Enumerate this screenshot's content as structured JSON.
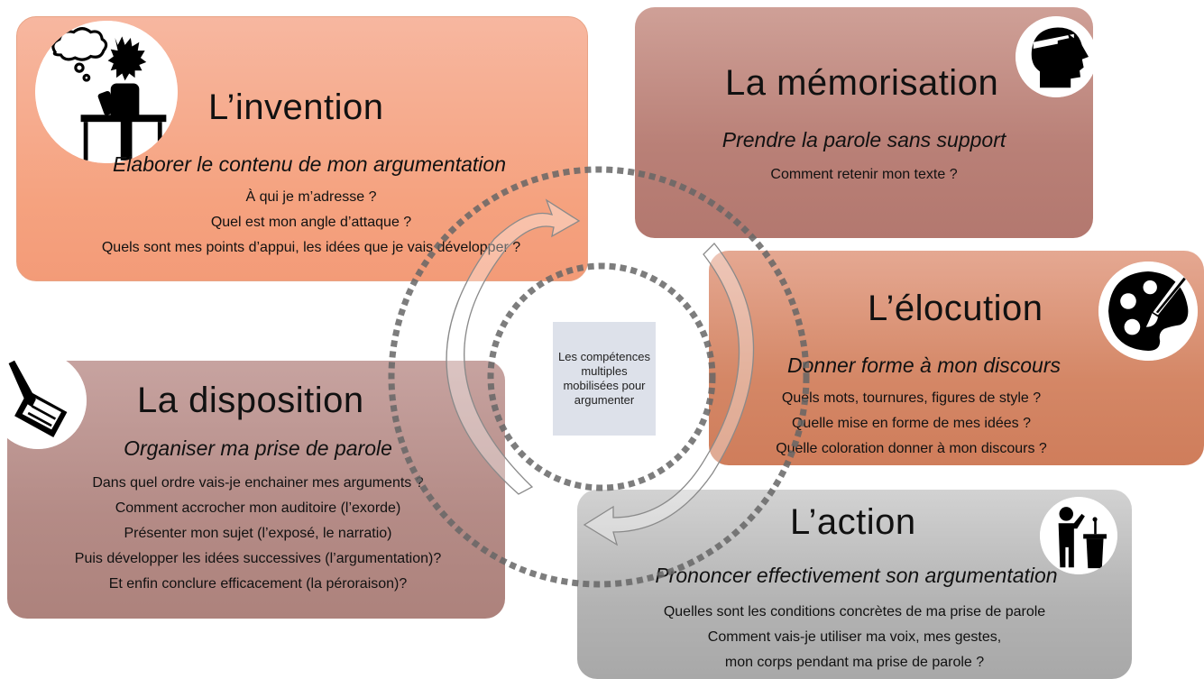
{
  "invention": {
    "title": "L’invention",
    "subtitle": "Elaborer le contenu de mon argumentation",
    "lines": [
      "À qui je m’adresse ?",
      "Quel est mon angle d’attaque ?",
      "Quels sont mes points d’appui, les idées que je vais développer ?"
    ],
    "icon": "thinking-person-icon"
  },
  "memorisation": {
    "title": "La mémorisation",
    "subtitle": "Prendre la parole sans support",
    "lines": [
      "Comment retenir mon texte ?"
    ],
    "icon": "head-memory-icon"
  },
  "elocution": {
    "title": "L’élocution",
    "subtitle": "Donner forme à mon discours",
    "lines": [
      "Quels mots, tournures, figures de style ?",
      "Quelle mise en forme de mes idées ?",
      "Quelle coloration donner à mon discours ?"
    ],
    "icon": "palette-brush-icon"
  },
  "disposition": {
    "title": "La disposition",
    "subtitle": "Organiser ma prise de parole",
    "lines": [
      "Dans quel ordre vais-je enchainer mes arguments ?",
      "Comment accrocher mon auditoire (l’exorde)",
      "Présenter mon sujet (l’exposé, le narratio)",
      "Puis développer les idées successives  (l’argumentation)?",
      "Et enfin conclure efficacement (la péroraison)?"
    ],
    "icon": "pen-paper-icon"
  },
  "action": {
    "title": "L’action",
    "subtitle": "Prononcer effectivement son argumentation",
    "lines": [
      "Quelles sont les conditions  concrètes de ma prise de parole",
      "Comment vais-je utiliser ma voix, mes gestes,",
      "mon corps pendant ma prise de parole ?"
    ],
    "icon": "speaker-podium-icon"
  },
  "center": {
    "label": "Les compétences multiples mobilisées pour argumenter"
  },
  "colors": {
    "invention": "#f5a27f",
    "memorisation": "#b98077",
    "elocution": "#d48766",
    "disposition": "#b48b86",
    "action": "#b3b3b3",
    "center": "#dde1ea",
    "dashed_circle": "#666666"
  }
}
